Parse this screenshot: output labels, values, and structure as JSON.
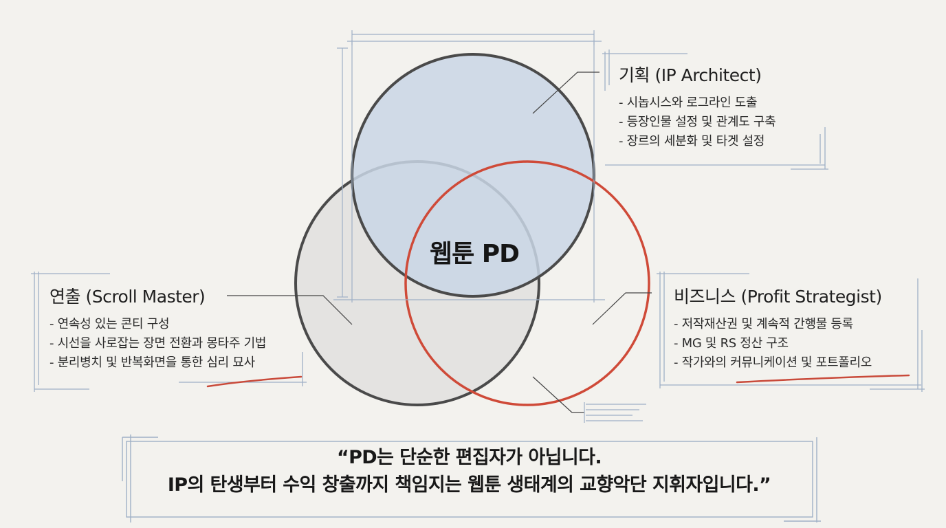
{
  "center_label": "웹툰 PD",
  "planning": {
    "title": "기획 (IP Architect)",
    "items": [
      "- 시놉시스와 로그라인 도출",
      "- 등장인물 설정 및 관계도 구축",
      "- 장르의 세분화 및 타겟 설정"
    ]
  },
  "directing": {
    "title": "연출 (Scroll Master)",
    "items": [
      "- 연속성 있는 콘티 구성",
      "- 시선을 사로잡는 장면 전환과 몽타주 기법",
      "- 분리병치 및 반복화면을 통한 심리 묘사"
    ]
  },
  "business": {
    "title": "비즈니스 (Profit Strategist)",
    "items": [
      "- 저작재산권 및 계속적 간행물 등록",
      "- MG 및 RS 정산 구조",
      "- 작가와의 커뮤니케이션 및 포트폴리오"
    ]
  },
  "quote": {
    "line1": "“PD는 단순한 편집자가 아닙니다.",
    "line2": "IP의 탄생부터 수익 창출까지 책임지는 웹툰 생태계의 교향악단 지휘자입니다.”"
  },
  "colors": {
    "background": "#f3f2ee",
    "planning_fill": "#c9d6e5",
    "directing_fill": "#e3e2df",
    "circle_stroke": "#4a4a4a",
    "business_stroke": "#cf4a38",
    "underline": "#c94a3a",
    "guide": "#9fb0c6"
  }
}
